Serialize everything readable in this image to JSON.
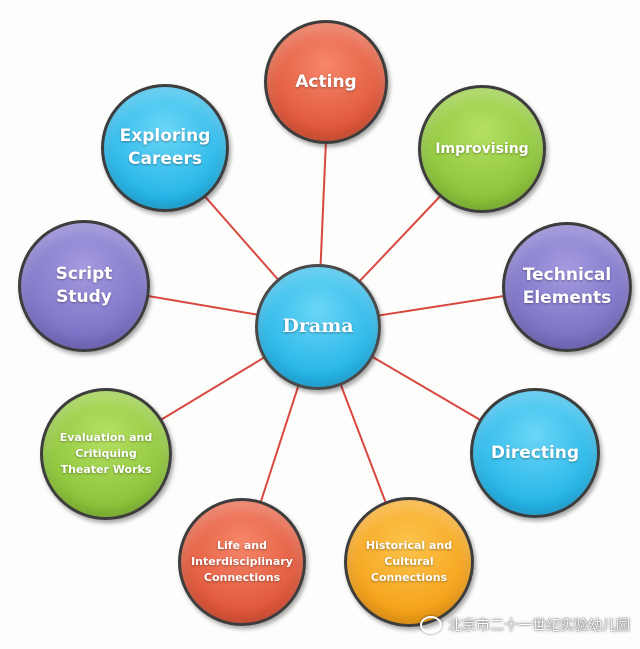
{
  "diagram": {
    "center": {
      "label": "Drama",
      "color": "#25b5e8"
    },
    "nodes": [
      {
        "id": "acting",
        "label": "Acting",
        "color": "#e0573a"
      },
      {
        "id": "improvising",
        "label": "Improvising",
        "color": "#8cc43a"
      },
      {
        "id": "technical",
        "label": "Technical\nElements",
        "color": "#7c72c6"
      },
      {
        "id": "directing",
        "label": "Directing",
        "color": "#25b5e8"
      },
      {
        "id": "historical",
        "label": "Historical and\nCultural\nConnections",
        "color": "#f5a21a"
      },
      {
        "id": "life",
        "label": "Life and\nInterdisciplinary\nConnections",
        "color": "#e0573a"
      },
      {
        "id": "evaluation",
        "label": "Evaluation and\nCritiquing\nTheater Works",
        "color": "#8cc43a"
      },
      {
        "id": "script",
        "label": "Script\nStudy",
        "color": "#7c72c6"
      },
      {
        "id": "careers",
        "label": "Exploring\nCareers",
        "color": "#25b5e8"
      }
    ],
    "link_color": "#d9483f"
  },
  "watermark": {
    "text": "北京市二十一世纪实验幼儿园",
    "icon": "wechat-icon"
  }
}
